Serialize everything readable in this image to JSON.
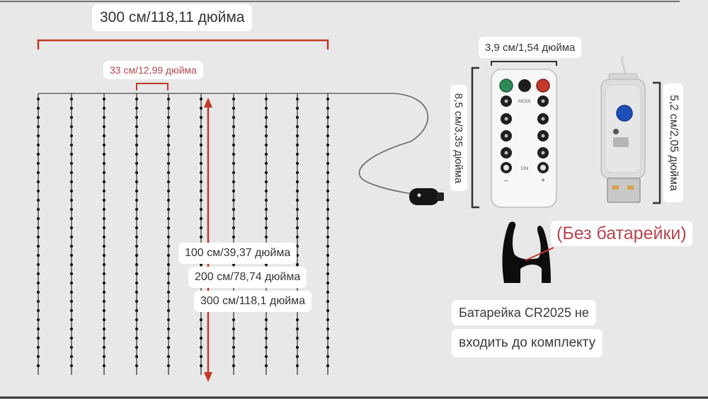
{
  "labels": {
    "total_width": "300 см/118,11 дюйма",
    "strand_spacing": "33 см/12,99 дюйма",
    "length_100": "100 см/39,37 дюйма",
    "length_200": "200 см/78,74 дюйма",
    "length_300": "300 см/118,1 дюйма",
    "remote_width": "3,9 см/1,54 дюйма",
    "remote_height": "8,5 см/3,35 дюйма",
    "usb_height": "5,2 см/2,05 дюйма",
    "no_battery": "(Без батарейки)",
    "battery_line1": "Батарейка CR2025 не",
    "battery_line2": "входить до комплекту"
  },
  "remote": {
    "mode_label": "MODE",
    "dim_label": "DIM",
    "minus_label": "–",
    "plus_label": "+"
  },
  "colors": {
    "accent_red": "#c0392b",
    "label_red": "#b8454f",
    "button_green": "#2e8b57",
    "button_red": "#c0392b",
    "usb_blue": "#1f4fb8"
  }
}
